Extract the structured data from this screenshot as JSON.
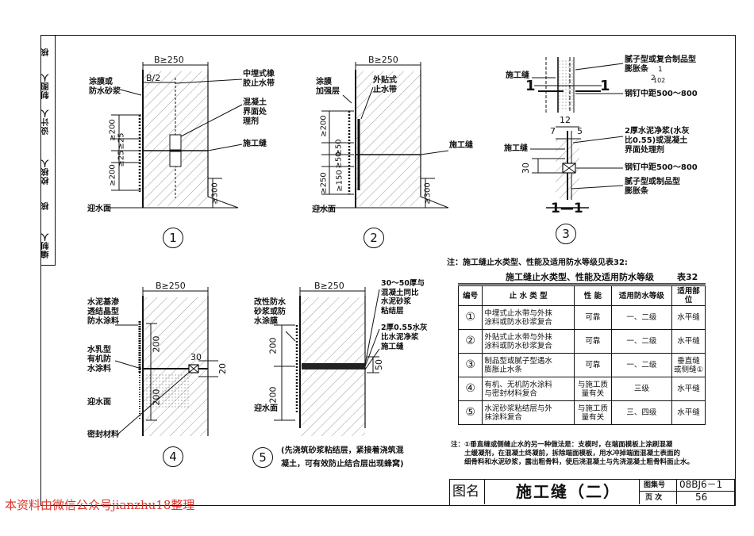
{
  "sidebar": [
    "审核人",
    "制图人",
    "设计",
    "核",
    "校核人",
    "核",
    "编制人",
    "核"
  ],
  "sidebar_labels": {
    "a": "审核人",
    "b": "制图人",
    "c": "设计人",
    "d": "校核人",
    "e": "编制人",
    "f": "核",
    "g": "核",
    "h": "核"
  },
  "d1": {
    "dim_top": "B≥250",
    "dim_half": "B/2",
    "label_left": "涂膜或\n防水砂浆",
    "label_r1": "中埋式橡\n胶止水带",
    "label_r2": "混凝土\n界面处\n理剂",
    "label_r3": "施工缝",
    "v_200a": "≥200",
    "v_25a": "≥25",
    "v_25b": "≥25",
    "v_200b": "≥200",
    "v_300": "≥300",
    "water": "迎水面",
    "num": "1"
  },
  "d2": {
    "dim_top": "B≥250",
    "label_left": "涂膜\n加强层",
    "label_r1": "外贴式\n止水带",
    "label_r2": "施工缝",
    "v_200": "≥200",
    "v_50a": "≥50",
    "v_50b": "≥50",
    "v_150": "≥150",
    "v_250": "≥250",
    "v_300": "≥300",
    "water": "迎水面",
    "num": "2"
  },
  "d3": {
    "lbl_joint_a": "施工缝",
    "lbl_joint_b": "施工缝",
    "lbl_r1": "腻子型或复合制品型\n膨胀条",
    "lbl_r2": "钢钉中距500～800",
    "lbl_r3": "2厚水泥净浆(水灰\n比0.55)或混凝土\n界面处理剂",
    "lbl_r4": "钢钉中距500～800",
    "lbl_r5": "腻子型或制品型\n膨胀条",
    "ref_top": "1",
    "ref_sub": "2",
    "ref_page": "102",
    "sec_l": "1",
    "sec_r": "1",
    "d12": "12",
    "d7": "7",
    "d5": "5",
    "d30": "30",
    "title": "1—1",
    "num": "3"
  },
  "d4": {
    "dim_top": "B≥250",
    "label_l1": "水泥基渗\n透结晶型\n防水涂料",
    "label_l2": "水乳型\n有机防\n水涂料",
    "label_l3": "迎水面",
    "label_l4": "密封材料",
    "v_200a": "200",
    "v_200b": "200",
    "v_30": "30",
    "v_20": "20",
    "num": "4"
  },
  "d5": {
    "dim_top": "B≥250",
    "label_l1": "改性防水\n砂浆或防\n水涂膜",
    "label_r1": "30～50厚与\n混凝土同比\n水泥砂浆\n粘结层",
    "label_r2": "2厚0.55水灰\n比水泥净浆",
    "label_r3": "施工缝",
    "v_200a": "200",
    "v_200b": "200",
    "v_50": "50",
    "water": "迎水面",
    "note": "(先浇筑砂浆粘结层，紧接着浇筑混\n凝土，可有效防止结合层出现蜂窝)",
    "num": "5"
  },
  "note_table": "注：施工缝止水类型、性能及适用防水等级见表32:",
  "table": {
    "title": "施工缝止水类型、性能及适用防水等级",
    "code": "表32",
    "headers": [
      "编号",
      "止 水 类 型",
      "性 能",
      "适用防水等级",
      "适用部位"
    ],
    "rows": [
      [
        "①",
        "中埋式止水带与外抹\n涂料或防水砂浆复合",
        "可靠",
        "一、二级",
        "水平缝"
      ],
      [
        "②",
        "外贴式止水带与外抹\n涂料或防水砂浆复合",
        "可靠",
        "一、二级",
        "水平缝"
      ],
      [
        "③",
        "制品型或腻子型遇水\n膨胀止水条",
        "可靠",
        "一、二级",
        "垂直缝\n或侧缝①"
      ],
      [
        "④",
        "有机、无机防水涂料\n与密封材料复合",
        "与施工质\n量有关",
        "三级",
        "水平缝"
      ],
      [
        "⑤",
        "水泥砂浆粘结层与外\n抹涂料复合",
        "与施工质\n量有关",
        "三、四级",
        "水平缝"
      ]
    ]
  },
  "footnote": "注：①垂直缝或侧缝止水的另一种做法是：支模时，在端面模板上涂刷混凝\n　　土缓凝剂，在混凝土终凝前，拆除端面模板，用水冲掉端面混凝土表面的\n　　细骨料和水泥砂浆，露出粗骨料，使后浇混凝土与先浇混凝土粗骨料面止水。",
  "titleblock": {
    "label": "图名",
    "title": "施工缝（二）",
    "atlas_label": "图集号",
    "atlas": "08BJ6－1",
    "page_label": "页 次",
    "page": "56"
  },
  "watermark": "本资料由微信公众号jianzhu18整理"
}
